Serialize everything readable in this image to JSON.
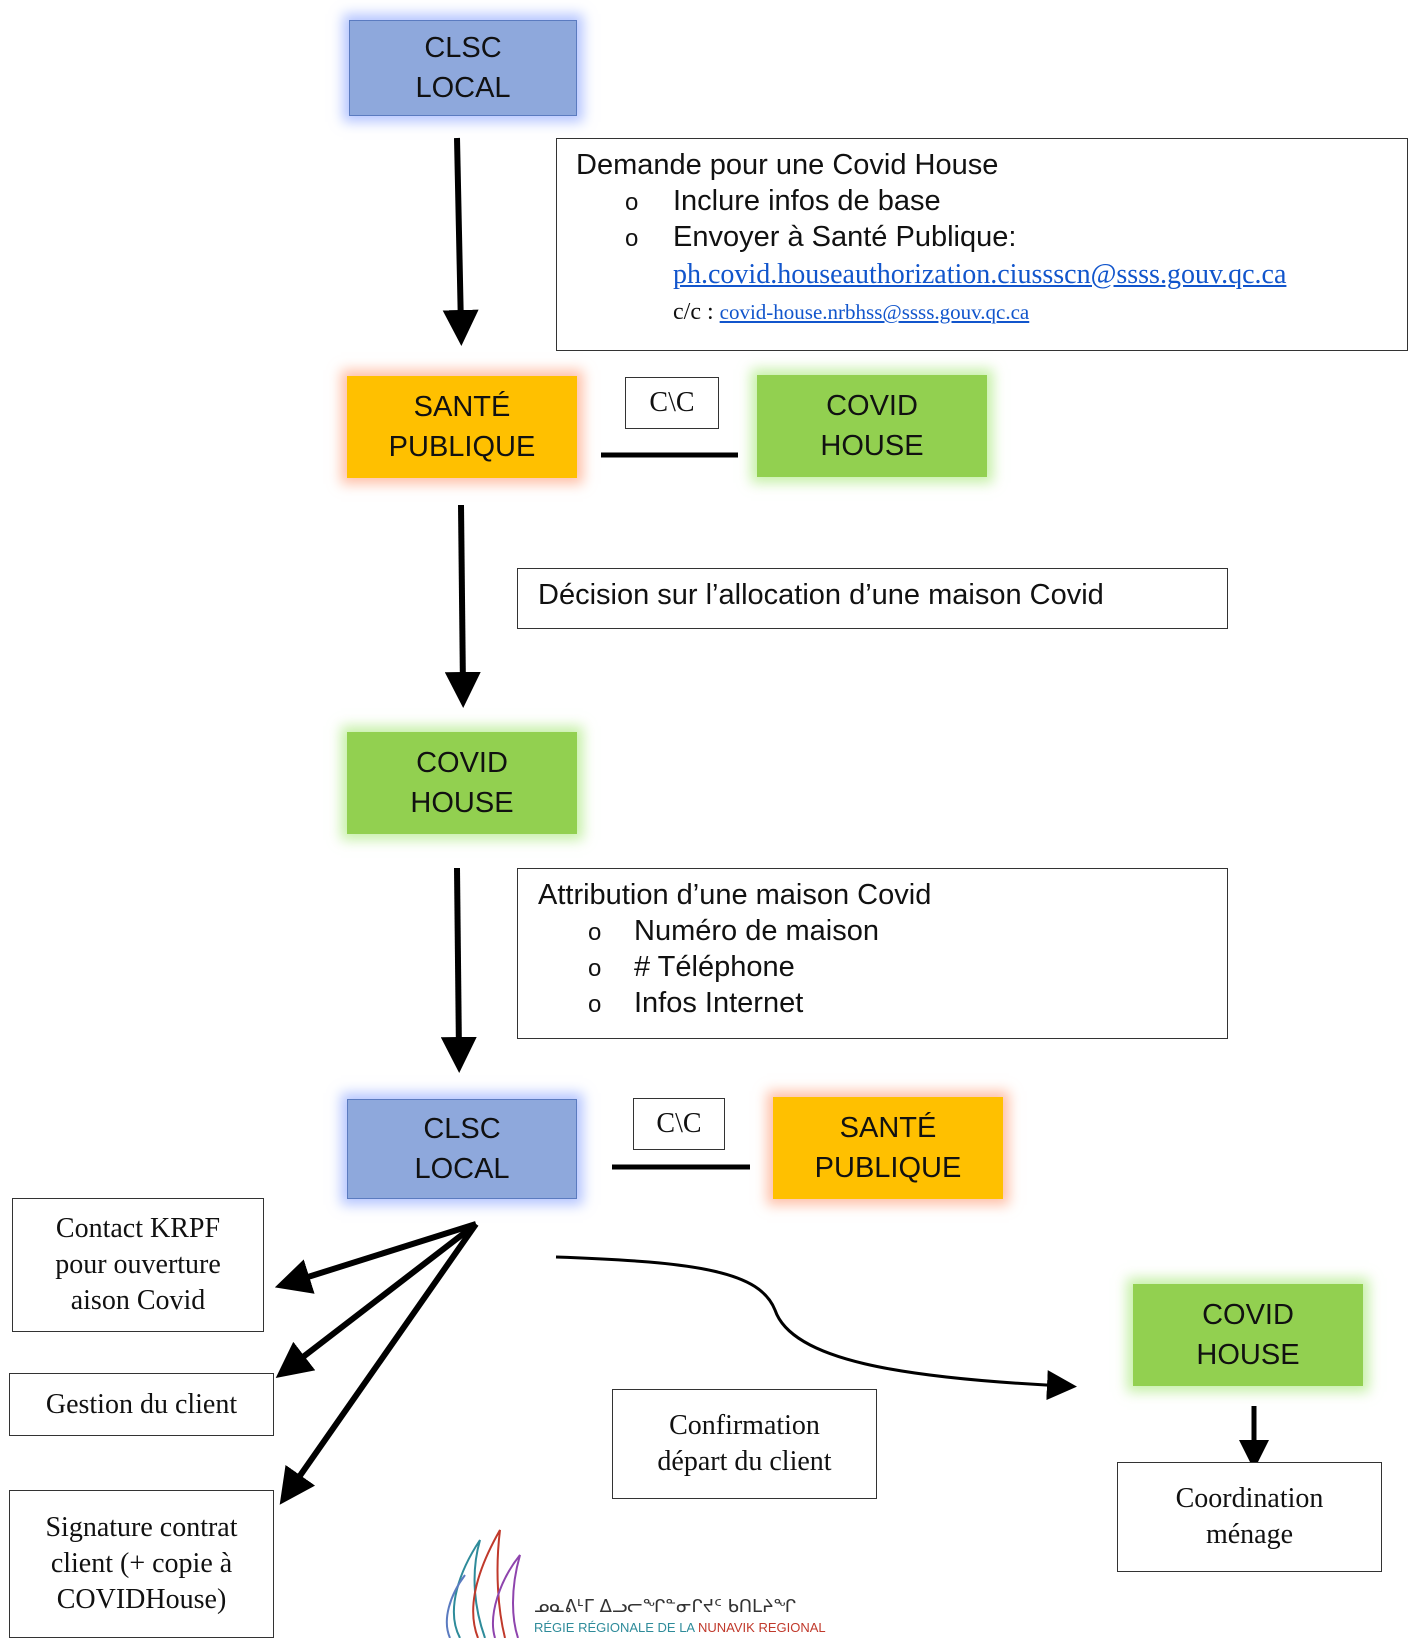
{
  "nodes": {
    "clsc_top": {
      "line1": "CLSC",
      "line2": "LOCAL"
    },
    "sante_1": {
      "line1": "SANTÉ",
      "line2": "PUBLIQUE"
    },
    "covid_house_1": {
      "line1": "COVID",
      "line2": "HOUSE"
    },
    "covid_house_2": {
      "line1": "COVID",
      "line2": "HOUSE"
    },
    "clsc_bottom": {
      "line1": "CLSC",
      "line2": "LOCAL"
    },
    "sante_2": {
      "line1": "SANTÉ",
      "line2": "PUBLIQUE"
    },
    "covid_house_3": {
      "line1": "COVID",
      "line2": "HOUSE"
    }
  },
  "request_box": {
    "title": "Demande pour une Covid House",
    "bullet_symbol": "o",
    "item1": "Inclure infos de base",
    "item2": "Envoyer à Santé Publique:",
    "email1": "ph.covid.houseauthorization.ciussscn@ssss.gouv.qc.ca",
    "cc_prefix": "c/c :",
    "email2": "covid-house.nrbhss@ssss.gouv.qc.ca"
  },
  "cc_label_1": "C\\C",
  "cc_label_2": "C\\C",
  "decision_box": {
    "text": "Décision sur l’allocation d’une maison Covid"
  },
  "attribution_box": {
    "title": "Attribution d’une maison Covid",
    "bullet_symbol": "o",
    "item1": "Numéro de maison",
    "item2": "# Téléphone",
    "item3": "Infos Internet"
  },
  "action_boxes": {
    "contact": {
      "line1": "Contact KRPF",
      "line2": "pour ouverture",
      "line3": "aison Covid"
    },
    "gestion": {
      "line1": "Gestion du client"
    },
    "signature": {
      "line1": "Signature contrat",
      "line2": "client (+ copie à",
      "line3": "COVIDHouse)"
    },
    "confirmation": {
      "line1": "Confirmation",
      "line2": "départ du client"
    },
    "coordination": {
      "line1": "Coordination",
      "line2": "ménage"
    }
  },
  "logo": {
    "syllabics": "ᓄᓇᕕᒻᒥ ᐃᓗᓕᖏᓐᓂᒋᔪᑦ ᑲᑎᒪᔨᖏ",
    "text_part1": "RÉGIE RÉGIONALE DE LA",
    "text_part2": "NUNAVIK",
    "text_part3": "REGIONAL"
  },
  "colors": {
    "clsc": "#8ea8dc",
    "sante": "#ffc000",
    "covid_house": "#92d050",
    "link": "#1155cc",
    "logo_red": "#c0392b",
    "logo_teal": "#2e8b9a"
  }
}
